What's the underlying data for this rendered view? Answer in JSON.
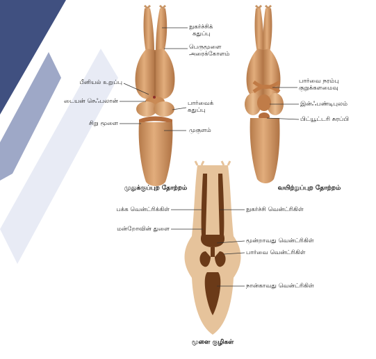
{
  "captions": {
    "dorsal": "முதுக்குப்புற தோற்றம்",
    "ventral": "வயிற்றுப்புற தோற்றம்",
    "ventricles": "மூளை குழிகள்"
  },
  "labels": {
    "olfactory_lobe": [
      "நுகர்ச்சிக்",
      "கதுப்பு"
    ],
    "cerebral_hemisphere": [
      "பெருமூளை",
      "அரைக்கோளம்"
    ],
    "pineal_body": "பீனியல் உறுப்பு",
    "diencephalon": "டையன் செஃபலான்",
    "optic_lobe": [
      "பார்வைக்",
      "கதுப்பு"
    ],
    "cerebellum": "சிறு மூளை",
    "medulla": "முகுளம்",
    "optic_chiasma": [
      "பார்வை நரம்பு",
      "குறுக்களமைவு"
    ],
    "infundibulum": "இன்ஃபண்டிபுலம்",
    "pituitary": "பிட்யூட்டரி சுரப்பி",
    "lateral_ventricles": "பக்க வென்ட்ரிக்கிள்",
    "olfactory_ventricle": "நுகர்ச்சி வென்ட்ரிகிள்",
    "foramen_monro": "மன்றோவின் துளை",
    "third_ventricle": "மூன்றாவது வென்ட்ரிகிள்",
    "optic_ventricle": "பார்வை வென்ட்ரிகிள்",
    "fourth_ventricle": "நான்காவது வென்ட்ரிகிள்"
  },
  "colors": {
    "tissue": "#d9a06a",
    "tissue_dark": "#b87a48",
    "cavity": "#6b3a18",
    "watermark": "#2c3e73"
  }
}
